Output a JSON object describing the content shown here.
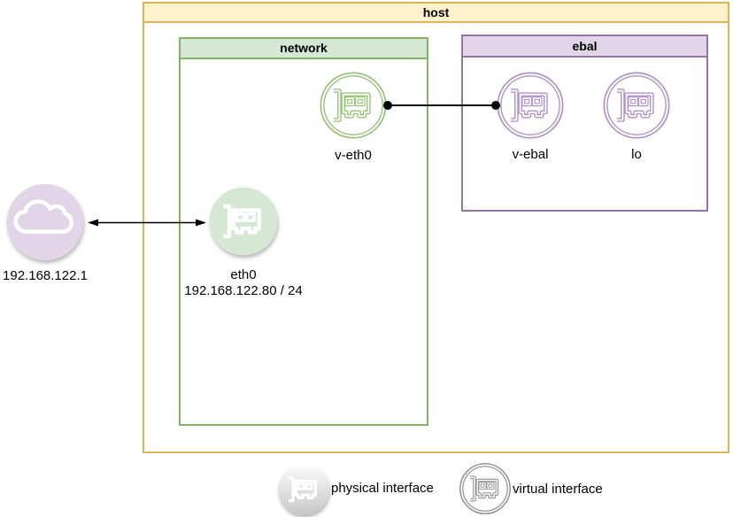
{
  "containers": {
    "host": "host",
    "network": "network",
    "ebal": "ebal"
  },
  "nodes": {
    "v_eth0": {
      "label": "v-eth0"
    },
    "v_ebal": {
      "label": "v-ebal"
    },
    "lo": {
      "label": "lo"
    },
    "eth0": {
      "label": "eth0",
      "sublabel": "192.168.122.80 / 24"
    },
    "cloud": {
      "label": "192.168.122.1"
    }
  },
  "legend": {
    "physical": "physical interface",
    "virtual": "virtual interface"
  },
  "colors": {
    "host-header-fill": "#fff2cc",
    "host-border": "#d6b656",
    "network-header-fill": "#d5e8d4",
    "network-border": "#82b366",
    "ebal-header-fill": "#e1d5e7",
    "ebal-border": "#9673a6",
    "green-stroke": "#97c27b",
    "green-fill": "#d5e8d4",
    "purple-stroke": "#af92c6",
    "purple-fill": "#e1d5e7",
    "gray-stroke": "#8f8f8f",
    "connector": "#000000"
  }
}
